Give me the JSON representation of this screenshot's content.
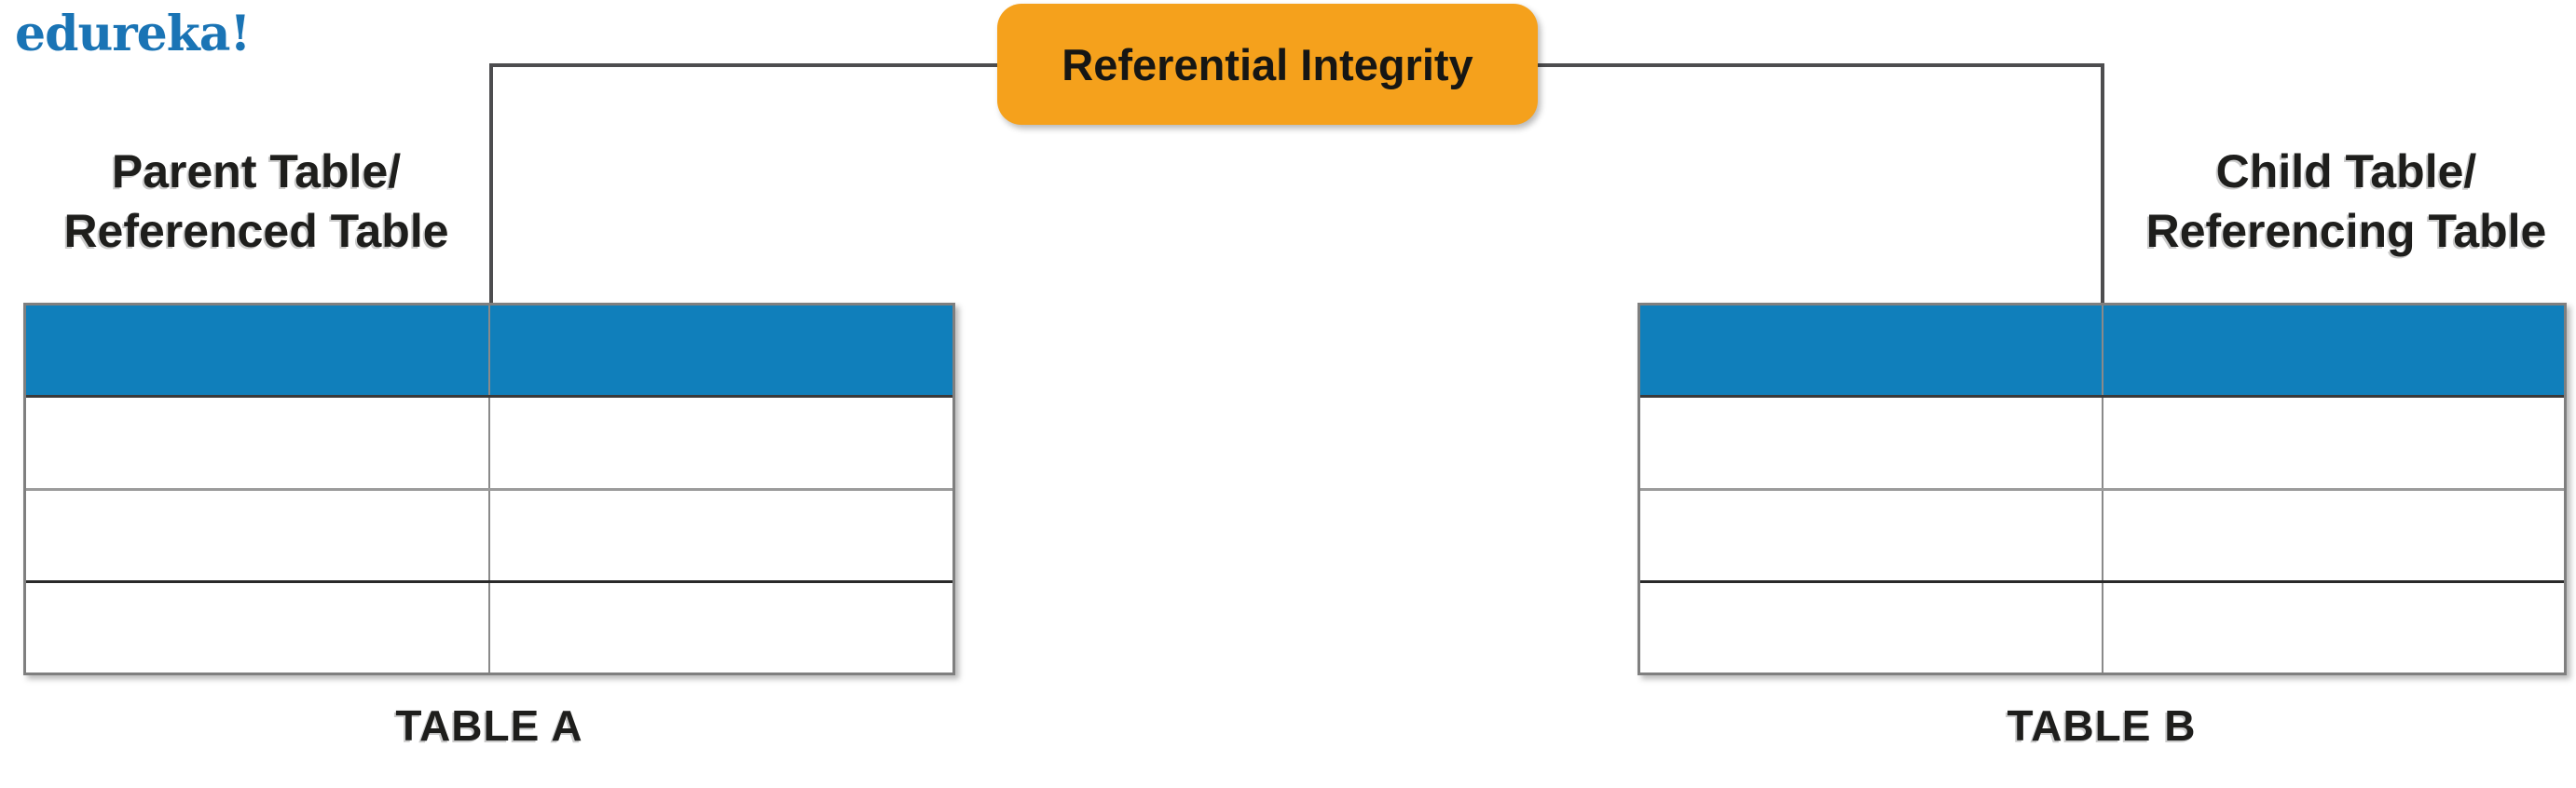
{
  "brand": {
    "logo_text": "edureka!"
  },
  "title_box": {
    "label": "Referential Integrity"
  },
  "left_section": {
    "heading_line1": "Parent Table/",
    "heading_line2": "Referenced Table",
    "caption": "TABLE A",
    "table": {
      "columns": 2,
      "body_rows": 3,
      "header_color": "#107FBB"
    }
  },
  "right_section": {
    "heading_line1": "Child Table/",
    "heading_line2": "Referencing Table",
    "caption": "TABLE B",
    "table": {
      "columns": 2,
      "body_rows": 3,
      "header_color": "#107FBB"
    }
  },
  "colors": {
    "logo": "#1A74B5",
    "title_box_bg": "#F5A11C",
    "table_header": "#107FBB",
    "connector_line": "#4D4D4F",
    "text": "#1E1E1C",
    "table_border": "#7F7F7F"
  }
}
